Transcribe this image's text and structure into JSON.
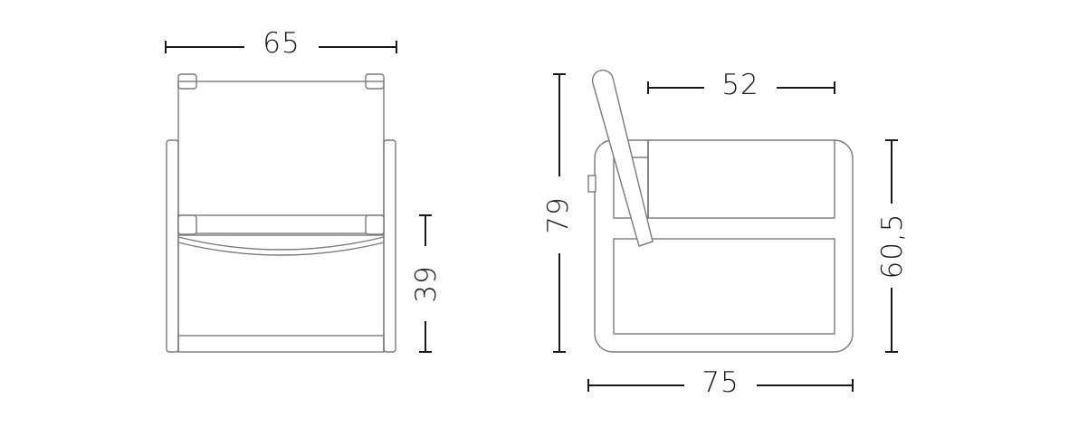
{
  "dimensions": {
    "front_width": "65",
    "front_seat_height": "39",
    "side_total_height": "79",
    "side_seat_depth": "52",
    "side_arm_height": "60,5",
    "side_total_depth": "75"
  },
  "colors": {
    "outline": "#7a7a7a",
    "dimension": "#1a1a1a",
    "background": "#ffffff"
  }
}
